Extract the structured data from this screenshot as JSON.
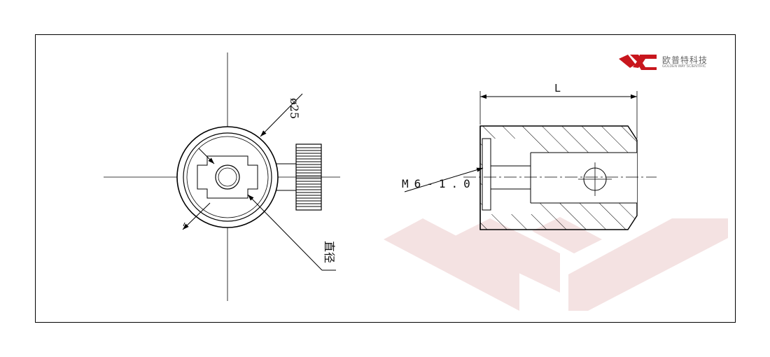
{
  "brand": {
    "name_cn": "欧普特科技",
    "name_en": "GOLDEN WAY SCIENTIFIC",
    "logo_color": "#c8161d"
  },
  "drawing": {
    "front_view": {
      "diameter_label": "ø25",
      "diameter_note": "直径"
    },
    "side_view": {
      "length_label": "L",
      "thread_label": "M6-1.0"
    },
    "colors": {
      "line": "#000000",
      "watermark": "#f3dede"
    }
  }
}
